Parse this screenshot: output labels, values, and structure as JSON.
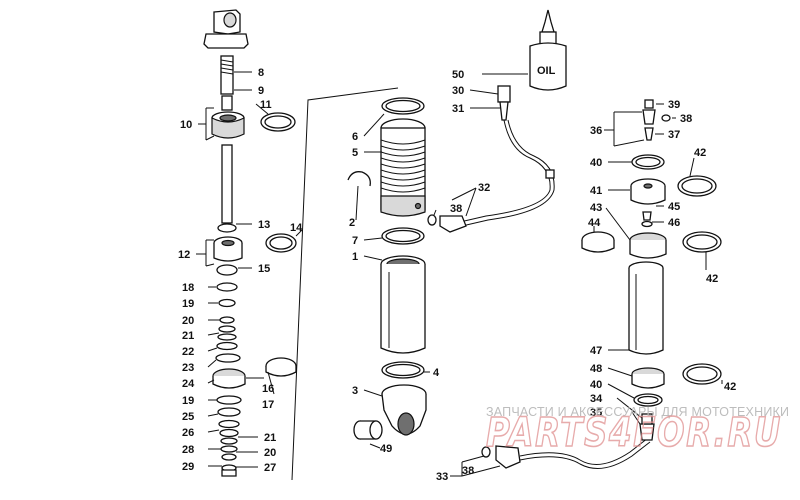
{
  "callouts": [
    {
      "id": "c8",
      "text": "8"
    },
    {
      "id": "c9",
      "text": "9"
    },
    {
      "id": "c10",
      "text": "10"
    },
    {
      "id": "c11",
      "text": "11"
    },
    {
      "id": "c12",
      "text": "12"
    },
    {
      "id": "c13",
      "text": "13"
    },
    {
      "id": "c14",
      "text": "14"
    },
    {
      "id": "c15",
      "text": "15"
    },
    {
      "id": "c16",
      "text": "16"
    },
    {
      "id": "c17",
      "text": "17"
    },
    {
      "id": "c18",
      "text": "18"
    },
    {
      "id": "c19a",
      "text": "19"
    },
    {
      "id": "c20a",
      "text": "20"
    },
    {
      "id": "c21a",
      "text": "21"
    },
    {
      "id": "c22",
      "text": "22"
    },
    {
      "id": "c23",
      "text": "23"
    },
    {
      "id": "c24",
      "text": "24"
    },
    {
      "id": "c19b",
      "text": "19"
    },
    {
      "id": "c25",
      "text": "25"
    },
    {
      "id": "c26",
      "text": "26"
    },
    {
      "id": "c21b",
      "text": "21"
    },
    {
      "id": "c28",
      "text": "28"
    },
    {
      "id": "c20b",
      "text": "20"
    },
    {
      "id": "c29",
      "text": "29"
    },
    {
      "id": "c27",
      "text": "27"
    },
    {
      "id": "c6",
      "text": "6"
    },
    {
      "id": "c5",
      "text": "5"
    },
    {
      "id": "c2",
      "text": "2"
    },
    {
      "id": "c7",
      "text": "7"
    },
    {
      "id": "c1",
      "text": "1"
    },
    {
      "id": "c4",
      "text": "4"
    },
    {
      "id": "c3",
      "text": "3"
    },
    {
      "id": "c49",
      "text": "49"
    },
    {
      "id": "c32",
      "text": "32"
    },
    {
      "id": "c38a",
      "text": "38"
    },
    {
      "id": "c50",
      "text": "50"
    },
    {
      "id": "c30",
      "text": "30"
    },
    {
      "id": "c31",
      "text": "31"
    },
    {
      "id": "c33",
      "text": "33"
    },
    {
      "id": "c38b",
      "text": "38"
    },
    {
      "id": "c39",
      "text": "39"
    },
    {
      "id": "c38c",
      "text": "38"
    },
    {
      "id": "c36",
      "text": "36"
    },
    {
      "id": "c37",
      "text": "37"
    },
    {
      "id": "c40a",
      "text": "40"
    },
    {
      "id": "c42a",
      "text": "42"
    },
    {
      "id": "c41",
      "text": "41"
    },
    {
      "id": "c43",
      "text": "43"
    },
    {
      "id": "c45",
      "text": "45"
    },
    {
      "id": "c46",
      "text": "46"
    },
    {
      "id": "c44",
      "text": "44"
    },
    {
      "id": "c42b",
      "text": "42"
    },
    {
      "id": "c47",
      "text": "47"
    },
    {
      "id": "c48",
      "text": "48"
    },
    {
      "id": "c42c",
      "text": "42"
    },
    {
      "id": "c40b",
      "text": "40"
    },
    {
      "id": "c34",
      "text": "34"
    },
    {
      "id": "c35",
      "text": "35"
    }
  ],
  "bottle_label": "OIL",
  "watermark": {
    "tagline": "ЗАПЧАСТИ И АКСЕССУАРЫ ДЛЯ МОТОТЕХНИКИ",
    "logo": "PARTS4FOR.RU"
  }
}
